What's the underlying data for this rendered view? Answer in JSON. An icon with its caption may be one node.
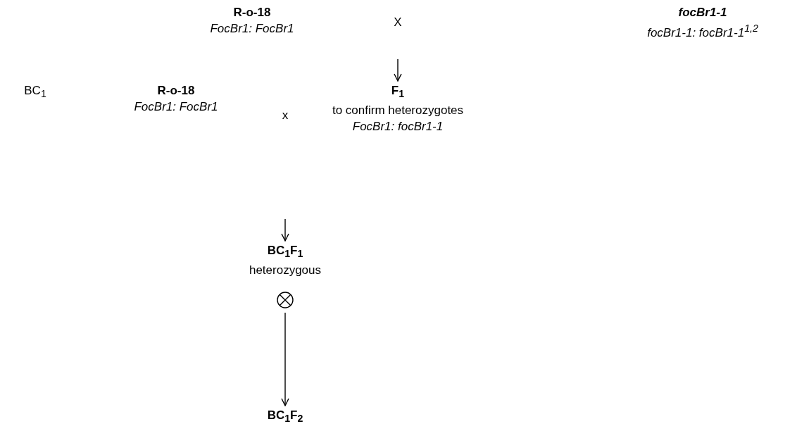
{
  "diagram": {
    "nodes": [
      {
        "text": [
          "R-o-18",
          "FocBr1: FocBr1"
        ]
      },
      {
        "text": [
          "focBr1-1",
          "focBr1-1: focBr1-1$^{1,2}$"
        ]
      },
      {
        "text": [
          "R-o-18",
          "FocBr1: FocBr1"
        ]
      },
      {
        "text": [
          "F$_{1}$",
          "to confirm heterozygotes",
          "FocBr1: focBr1-1"
        ]
      },
      {
        "text": [
          "BC$_{1}$F$_{1}$",
          "heterozygous"
        ]
      },
      {
        "text": [],
        "shape": "circle"
      },
      {
        "text": [
          "BC$_{1}$F$_{2}$"
        ]
      }
    ],
    "edges": [
      {
        "from": null,
        "to": 3,
        "arrow": "to"
      },
      {
        "from": null,
        "to": 4,
        "arrow": "to"
      },
      {
        "from": 5,
        "to": 6,
        "arrow": "to"
      }
    ],
    "labels": [
      "X",
      "BC$_{1}$",
      "x"
    ]
  }
}
